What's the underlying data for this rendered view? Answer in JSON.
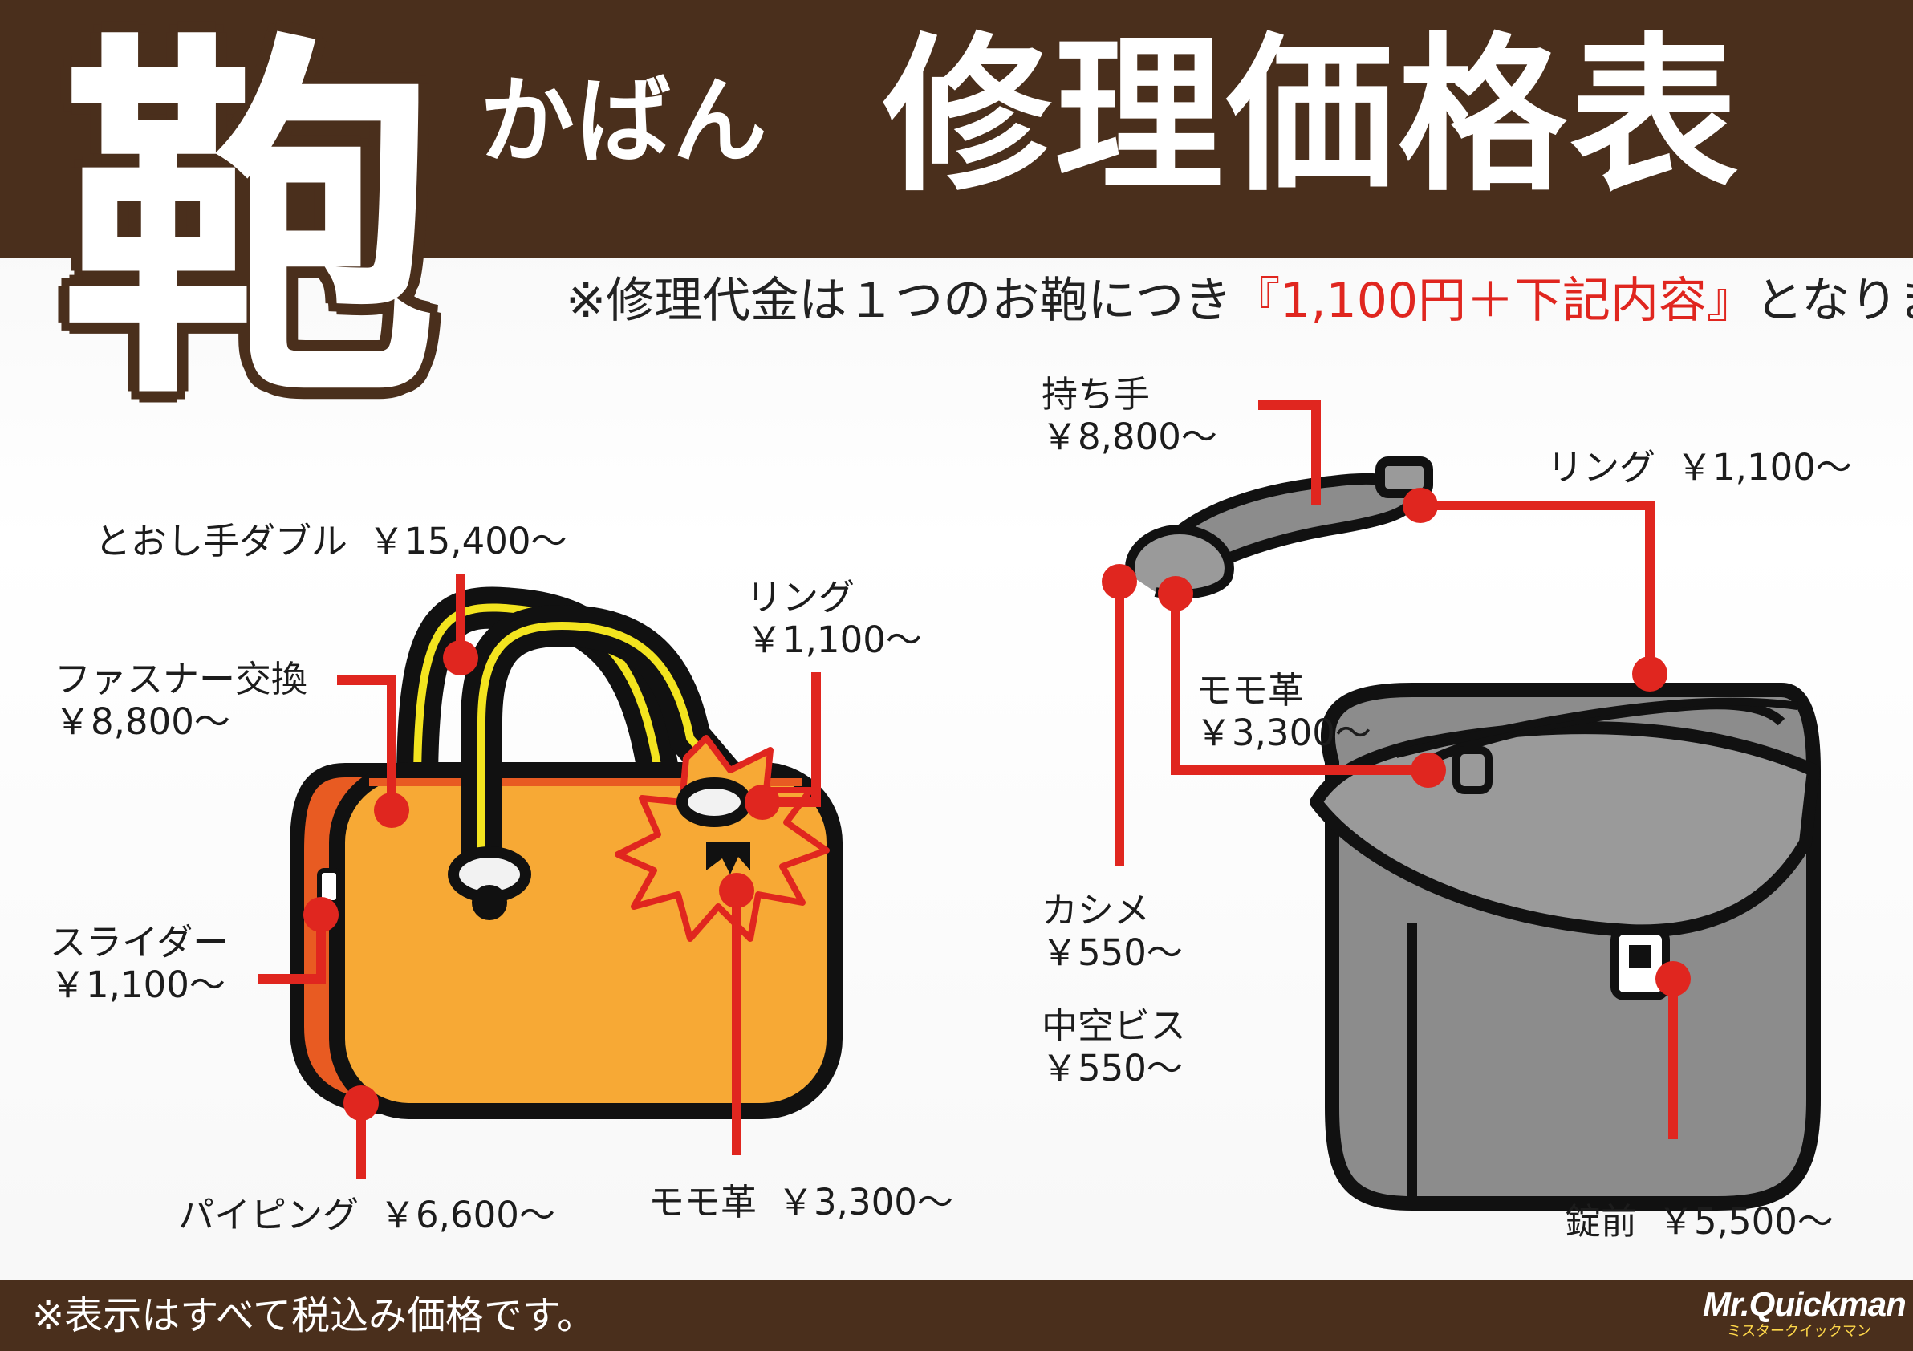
{
  "header": {
    "kanji": "鞄",
    "kaban": "かばん",
    "title": "修理価格表"
  },
  "note": {
    "prefix": "※修理代金は１つのお鞄につき",
    "highlight": "『1,100円＋下記内容』",
    "suffix": "となります。"
  },
  "handbag": {
    "labels": [
      {
        "name": "とおし手ダブル",
        "price": "￥15,400～"
      },
      {
        "name": "ファスナー交換",
        "price": "￥8,800～"
      },
      {
        "name": "リング",
        "price": "￥1,100～"
      },
      {
        "name": "スライダー",
        "price": "￥1,100～"
      },
      {
        "name": "パイピング",
        "price": "￥6,600～"
      },
      {
        "name": "モモ革",
        "price": "￥3,300～"
      }
    ]
  },
  "briefcase": {
    "labels": [
      {
        "name": "持ち手",
        "price": "￥8,800～"
      },
      {
        "name": "リング",
        "price": "￥1,100～"
      },
      {
        "name": "モモ革",
        "price": "￥3,300～"
      },
      {
        "name": "カシメ",
        "price": "￥550～"
      },
      {
        "name": "中空ビス",
        "price": "￥550～"
      },
      {
        "name": "錠前",
        "price": "￥5,500～"
      }
    ]
  },
  "footer": {
    "note": "※表示はすべて税込み価格です。",
    "brand": "Mr.Quickman",
    "brand_kana": "ミスタークイックマン"
  },
  "colors": {
    "header_brown": "#4a2f1c",
    "accent_red": "#e0261f",
    "handbag_orange": "#f7a935",
    "handbag_side": "#e85b22",
    "briefcase_gray": "#8c8c8c"
  }
}
